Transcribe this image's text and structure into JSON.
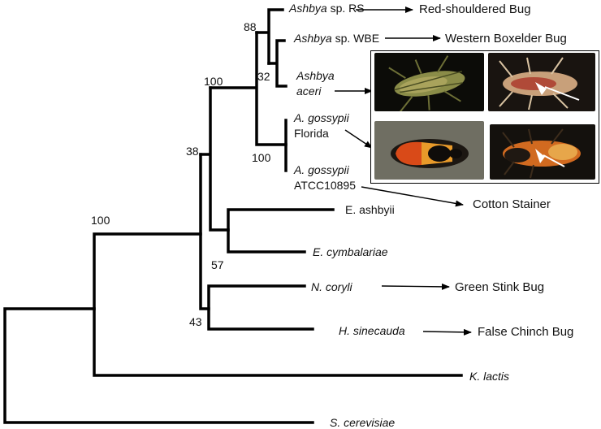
{
  "taxa": {
    "ashbya_rs": {
      "genus": "Ashbya",
      "rest": " sp. RS"
    },
    "ashbya_wbe": {
      "genus": "Ashbya",
      "rest": " sp. WBE"
    },
    "ashbya_aceri_1": "Ashbya",
    "ashbya_aceri_2": "aceri",
    "gossypii_fl_1": "A. gossypii",
    "gossypii_fl_2": "Florida",
    "gossypii_atcc_1": "A. gossypii",
    "gossypii_atcc_2": "ATCC10895",
    "e_ashbyii": "E. ashbyii",
    "e_cymbalariae": "E. cymbalariae",
    "n_coryli": "N. coryli",
    "h_sinecauda": "H. sinecauda",
    "k_lactis": "K. lactis",
    "s_cerevisiae": "S. cerevisiae"
  },
  "bootstrap": {
    "b88": "88",
    "b32": "32",
    "b100_ashbya": "100",
    "b100_gossypii": "100",
    "b38": "38",
    "b57": "57",
    "b43": "43",
    "b100_root": "100"
  },
  "hosts": {
    "red_shouldered": "Red-shouldered Bug",
    "western_boxelder": "Western Boxelder Bug",
    "cotton_stainer": "Cotton Stainer",
    "green_stink": "Green Stink Bug",
    "false_chinch": "False Chinch Bug"
  }
}
